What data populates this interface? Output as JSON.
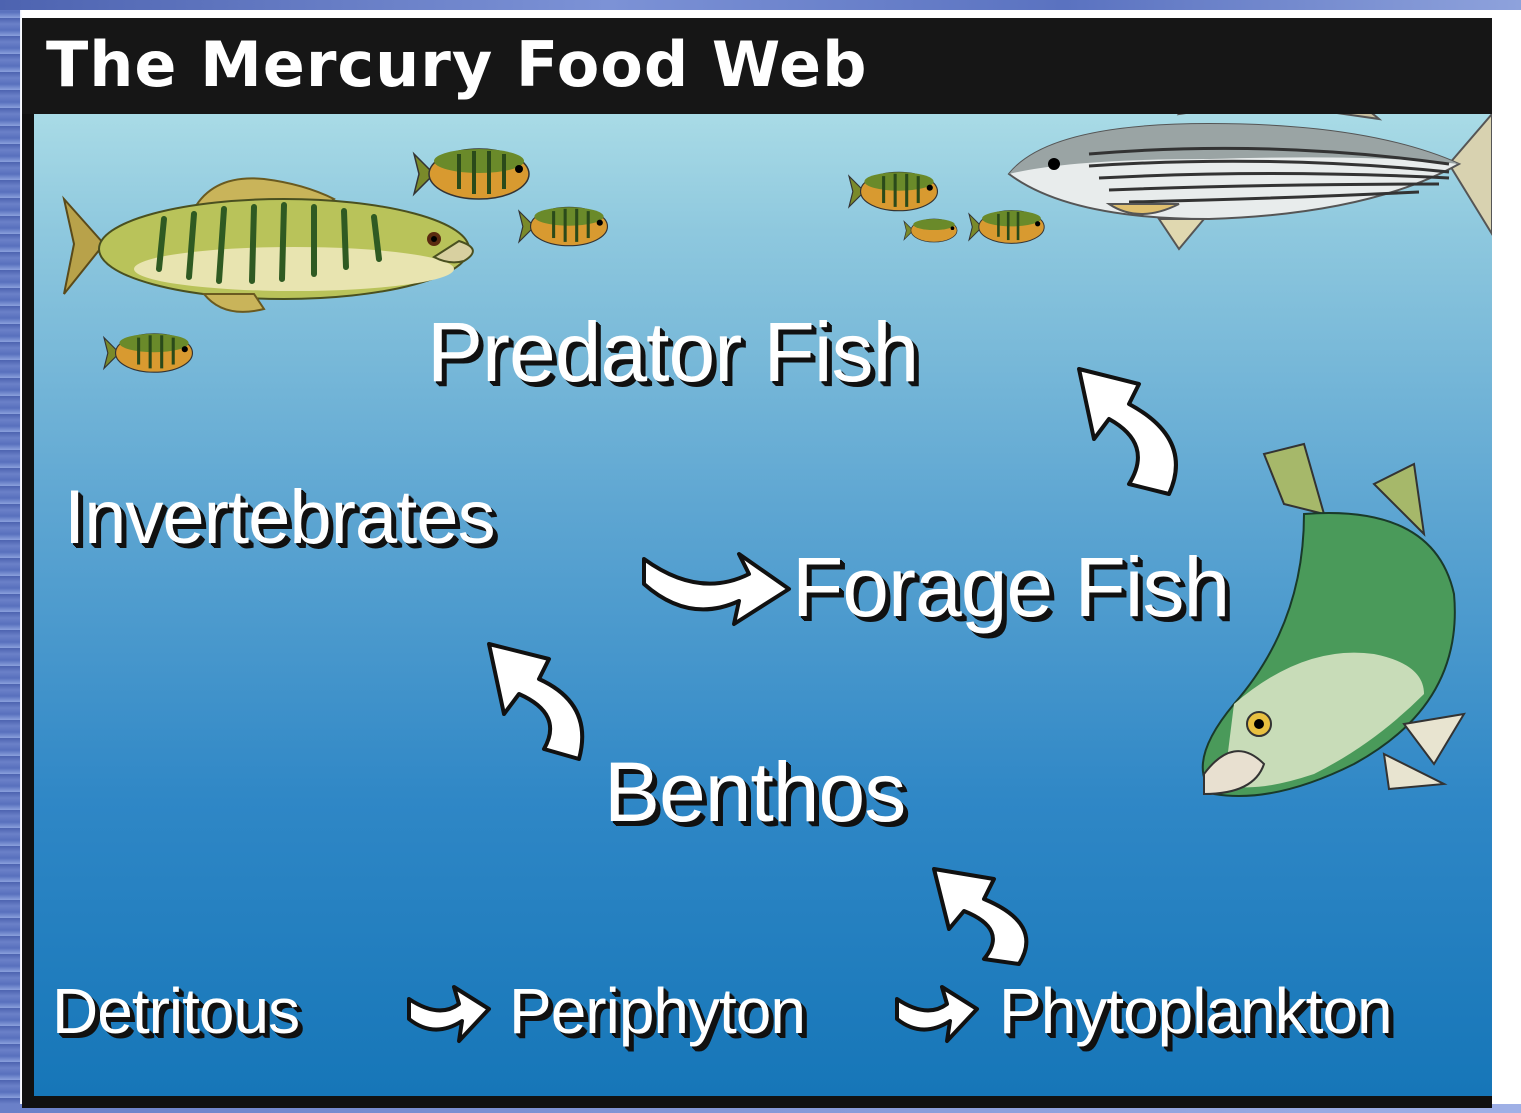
{
  "title": "The Mercury Food Web",
  "nodes": {
    "predator_fish": "Predator Fish",
    "invertebrates": "Invertebrates",
    "forage_fish": "Forage Fish",
    "benthos": "Benthos",
    "detritous": "Detritous",
    "periphyton": "Periphyton",
    "phytoplankton": "Phytoplankton"
  },
  "colors": {
    "title_bar": "#161616",
    "water_top": "#a9dbe6",
    "water_bottom": "#1676b8",
    "label_text": "#ffffff",
    "label_shadow": "#111111"
  },
  "icons": [
    "smallmouth-bass-icon",
    "bluegill-icon",
    "striped-bass-icon",
    "walleye-icon",
    "curved-arrow-icon"
  ]
}
